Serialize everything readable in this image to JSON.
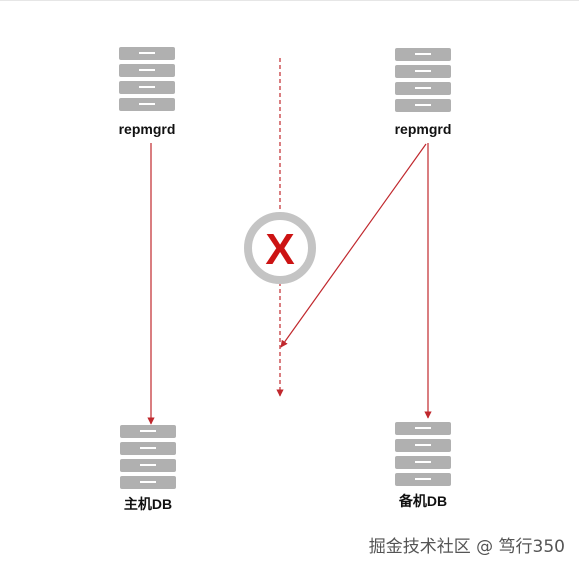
{
  "nodes": {
    "agent_primary": {
      "label": "repmgrd",
      "icon": "server-icon"
    },
    "agent_standby": {
      "label": "repmgrd",
      "icon": "server-icon"
    },
    "db_primary": {
      "label": "主机DB",
      "icon": "server-icon"
    },
    "db_standby": {
      "label": "备机DB",
      "icon": "server-icon"
    }
  },
  "failure_mark": {
    "icon": "x-mark-icon",
    "symbol": "X"
  },
  "colors": {
    "server": "#b0b0b0",
    "server_slot": "#ffffff",
    "arrow": "#c0282d",
    "fail_ring": "#c4c4c4",
    "fail_x": "#cc1313"
  },
  "watermark": "掘金技术社区 @ 笃行350"
}
